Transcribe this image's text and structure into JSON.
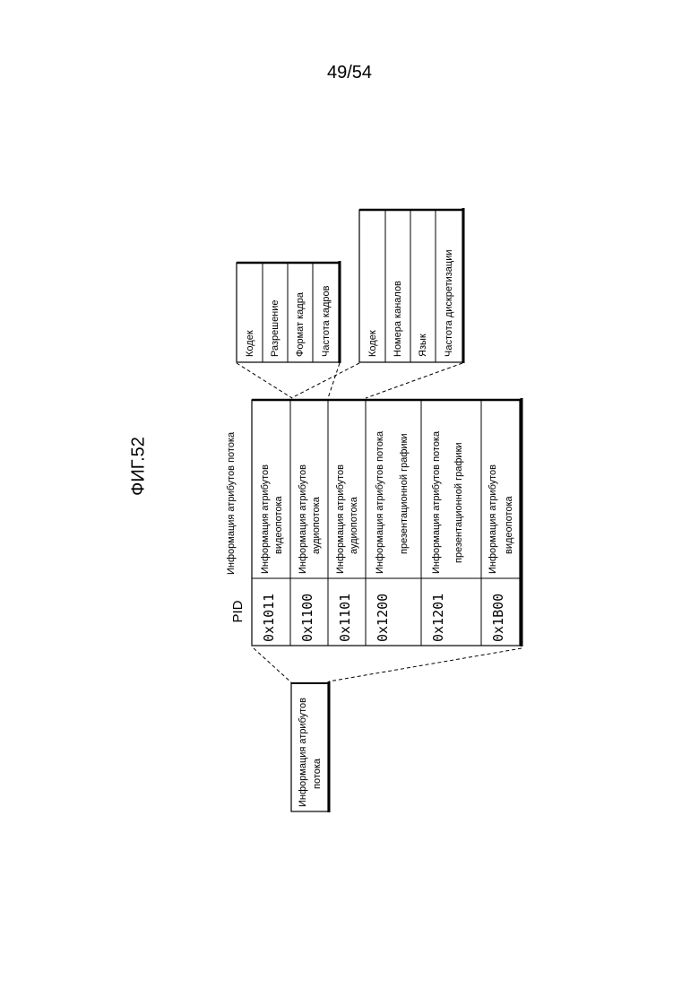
{
  "page_number": "49/54",
  "figure_label": "ФИГ.52",
  "table": {
    "pid_header": "PID",
    "attr_header": "Информация атрибутов потока",
    "rows": [
      {
        "pid": "0x1011",
        "attr_line1": "Информация атрибутов",
        "attr_line2": "видеопотока"
      },
      {
        "pid": "0x1100",
        "attr_line1": "Информация атрибутов",
        "attr_line2": "аудиопотока"
      },
      {
        "pid": "0x1101",
        "attr_line1": "Информация атрибутов",
        "attr_line2": "аудиопотока"
      },
      {
        "pid": "0x1200",
        "attr_line1": "Информация атрибутов потока",
        "attr_line2": "презентационной графики"
      },
      {
        "pid": "0x1201",
        "attr_line1": "Информация атрибутов потока",
        "attr_line2": "презентационной графики"
      },
      {
        "pid": "0x1B00",
        "attr_line1": "Информация атрибутов",
        "attr_line2": "видеопотока"
      }
    ]
  },
  "stream_attr_box": {
    "line1": "Информация атрибутов",
    "line2": "потока"
  },
  "video_attr_box": [
    "Кодек",
    "Разрешение",
    "Формат кадра",
    "Частота кадров"
  ],
  "audio_attr_box": [
    "Кодек",
    "Номера каналов",
    "Язык",
    "Частота дискретизации"
  ]
}
